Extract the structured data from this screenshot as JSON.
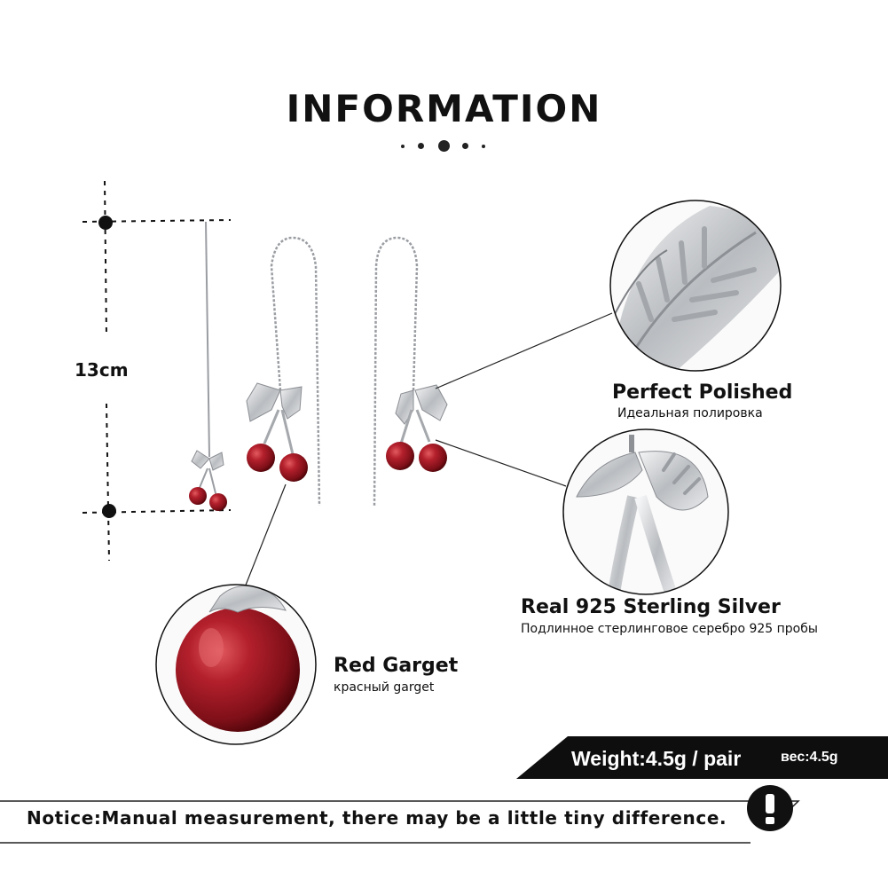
{
  "title": "INFORMATION",
  "measurement": {
    "length": "13cm"
  },
  "features": {
    "polished": {
      "title": "Perfect  Polished",
      "subtitle": "Идеальная полировка"
    },
    "silver": {
      "title": "Real 925  Sterling  Silver",
      "subtitle": "Подлинное стерлинговое серебро 925 пробы"
    },
    "stone": {
      "title": "Red Garget",
      "subtitle": "красный garget"
    }
  },
  "weight": {
    "label": "Weight:4.5g / pair",
    "label_ru": "вес:4.5g"
  },
  "notice": {
    "text": "Notice:Manual measurement, there may be a little tiny difference."
  },
  "icons": [
    "exclamation-icon",
    "cherry-earring-image",
    "leaf-closeup-image",
    "stone-closeup-image"
  ],
  "colors": {
    "garnet": "#8e1420",
    "silver": "#c9cbcf",
    "ink": "#111111"
  }
}
